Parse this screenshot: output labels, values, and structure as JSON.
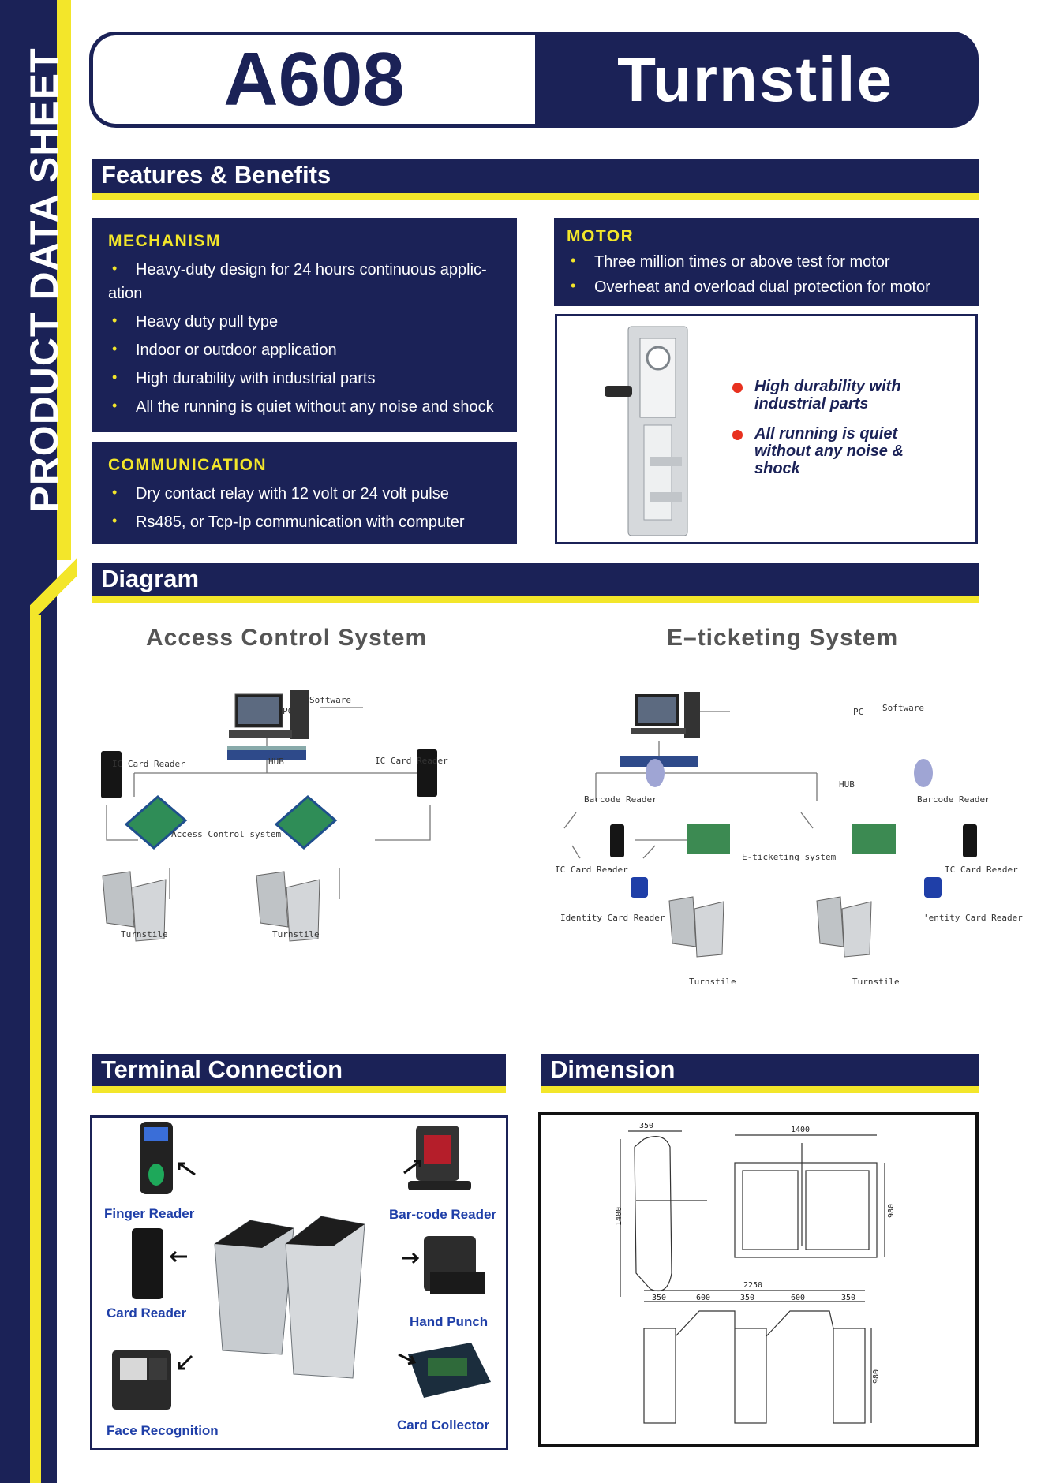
{
  "side_label": "PRODUCT DATA SHEET",
  "title": {
    "model": "A608",
    "name": "Turnstile"
  },
  "features": {
    "header": "Features & Benefits",
    "mechanism": {
      "title": "MECHANISM",
      "items": [
        "Heavy-duty design for 24 hours continuous applic-",
        "ation",
        "Heavy duty pull type",
        "Indoor or outdoor application",
        "High durability with industrial parts",
        "All the running is quiet without any noise and shock"
      ]
    },
    "motor": {
      "title": "MOTOR",
      "items": [
        "Three million times or above  test for motor",
        "Overheat and overload dual protection for motor"
      ]
    },
    "communication": {
      "title": "COMMUNICATION",
      "items": [
        "Dry contact relay  with 12 volt or 24 volt pulse",
        "Rs485, or Tcp-Ip communication with computer"
      ]
    },
    "photo_notes": [
      "High durability with industrial parts",
      "All running is quiet without any noise & shock"
    ],
    "accent_color": "#f3e62a",
    "note_bullet_color": "#e8311f"
  },
  "diagram": {
    "header": "Diagram",
    "access": {
      "title": "Access Control System",
      "software": "Software",
      "pc": "PC",
      "hub": "HUB",
      "ic_left": "IC Card Reader",
      "ic_right": "IC Card Reader",
      "controller": "Access Control system",
      "turnstile_left": "Turnstile",
      "turnstile_right": "Turnstile"
    },
    "eticket": {
      "title": "E–ticketing System",
      "software": "Software",
      "pc": "PC",
      "hub": "HUB",
      "barcode_left": "Barcode Reader",
      "barcode_right": "Barcode Reader",
      "ic_left": "IC Card Reader",
      "ic_right": "IC Card Reader",
      "controller": "E-ticketing system",
      "identity_left": "Identity Card Reader",
      "identity_right": "'entity Card Reader",
      "turnstile_left": "Turnstile",
      "turnstile_right": "Turnstile"
    }
  },
  "terminal": {
    "header": "Terminal Connection",
    "finger": "Finger Reader",
    "barcode": "Bar-code Reader",
    "card": "Card Reader",
    "hand": "Hand Punch",
    "face": "Face Recognition",
    "collector": "Card Collector",
    "label_color": "#1f3fa8"
  },
  "dimension": {
    "header": "Dimension",
    "side_width": "350",
    "side_height": "1400",
    "front_width": "1400",
    "front_height": "980",
    "total": "2250",
    "seg1": "350",
    "seg2": "600",
    "seg3": "350",
    "seg4": "600",
    "seg5": "350",
    "bottom_height": "980"
  }
}
